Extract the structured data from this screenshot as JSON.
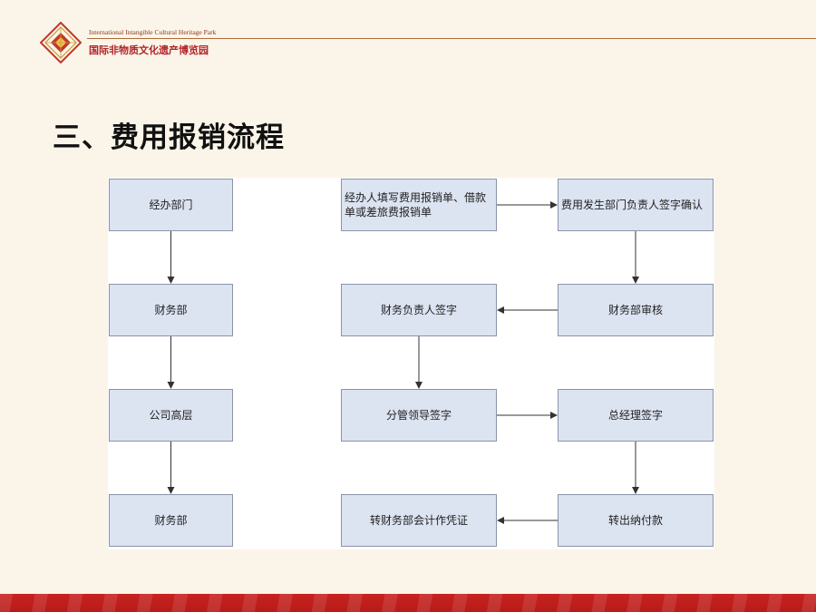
{
  "header": {
    "park_name_en": "International Intangible Cultural Heritage Park",
    "park_name_cn": "国际非物质文化遗产博览园",
    "logo_icon": "diamond-lattice-emblem"
  },
  "slide": {
    "title": "三、费用报销流程"
  },
  "flowchart": {
    "nodes": [
      {
        "id": "a1",
        "label": "经办部门"
      },
      {
        "id": "a2",
        "label": "财务部"
      },
      {
        "id": "a3",
        "label": "公司高层"
      },
      {
        "id": "a4",
        "label": "财务部"
      },
      {
        "id": "b1",
        "label": "经办人填写费用报销单、借款单或差旅费报销单"
      },
      {
        "id": "b2",
        "label": "财务负责人签字"
      },
      {
        "id": "b3",
        "label": "分管领导签字"
      },
      {
        "id": "b4",
        "label": "转财务部会计作凭证"
      },
      {
        "id": "c1",
        "label": "费用发生部门负责人签字确认"
      },
      {
        "id": "c2",
        "label": "财务部审核"
      },
      {
        "id": "c3",
        "label": "总经理签字"
      },
      {
        "id": "c4",
        "label": "转出纳付款"
      }
    ],
    "edges": [
      {
        "from": "a1",
        "to": "a2"
      },
      {
        "from": "a2",
        "to": "a3"
      },
      {
        "from": "a3",
        "to": "a4"
      },
      {
        "from": "b1",
        "to": "c1"
      },
      {
        "from": "c1",
        "to": "c2"
      },
      {
        "from": "c2",
        "to": "b2"
      },
      {
        "from": "b2",
        "to": "b3"
      },
      {
        "from": "b3",
        "to": "c3"
      },
      {
        "from": "c3",
        "to": "c4"
      },
      {
        "from": "c4",
        "to": "b4"
      }
    ]
  },
  "colors": {
    "slide_background": "#fbf4e8",
    "node_fill": "#dce3f1",
    "node_border": "#8b95a7",
    "arrow": "#333333",
    "footer_band": "#c8231f",
    "brand_red": "#b0262a"
  }
}
